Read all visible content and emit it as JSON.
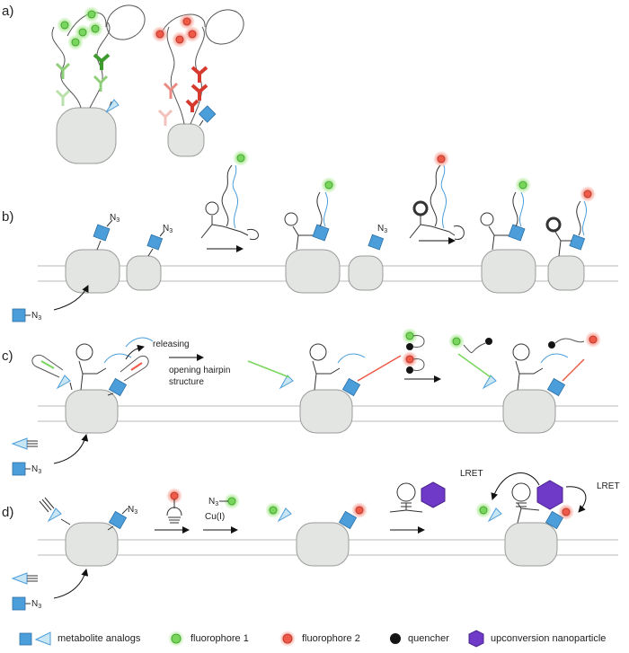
{
  "panels": {
    "a": "a)",
    "b": "b)",
    "c": "c)",
    "d": "d)"
  },
  "labels": {
    "azide": "N",
    "azide_sub": "3",
    "releasing": "releasing",
    "opening_1": "opening hairpin",
    "opening_2": "structure",
    "copper": "Cu(I)",
    "lret_left": "LRET",
    "lret_right": "LRET"
  },
  "legend": {
    "metabolite": "metabolite analogs",
    "fluor1": "fluorophore 1",
    "fluor2": "fluorophore 2",
    "quencher": "quencher",
    "ucnp": "upconversion nanoparticle"
  },
  "colors": {
    "cell": "#e3e5e3",
    "cell_stroke": "#9a9c9a",
    "metabolite": "#4c9edb",
    "fluor1": "#79d65c",
    "fluor2": "#ee5a47",
    "quencher": "#141414",
    "ucnp": "#6f3ac8",
    "green_dark": "#3d9b2d",
    "red_dark": "#d63a2e"
  }
}
